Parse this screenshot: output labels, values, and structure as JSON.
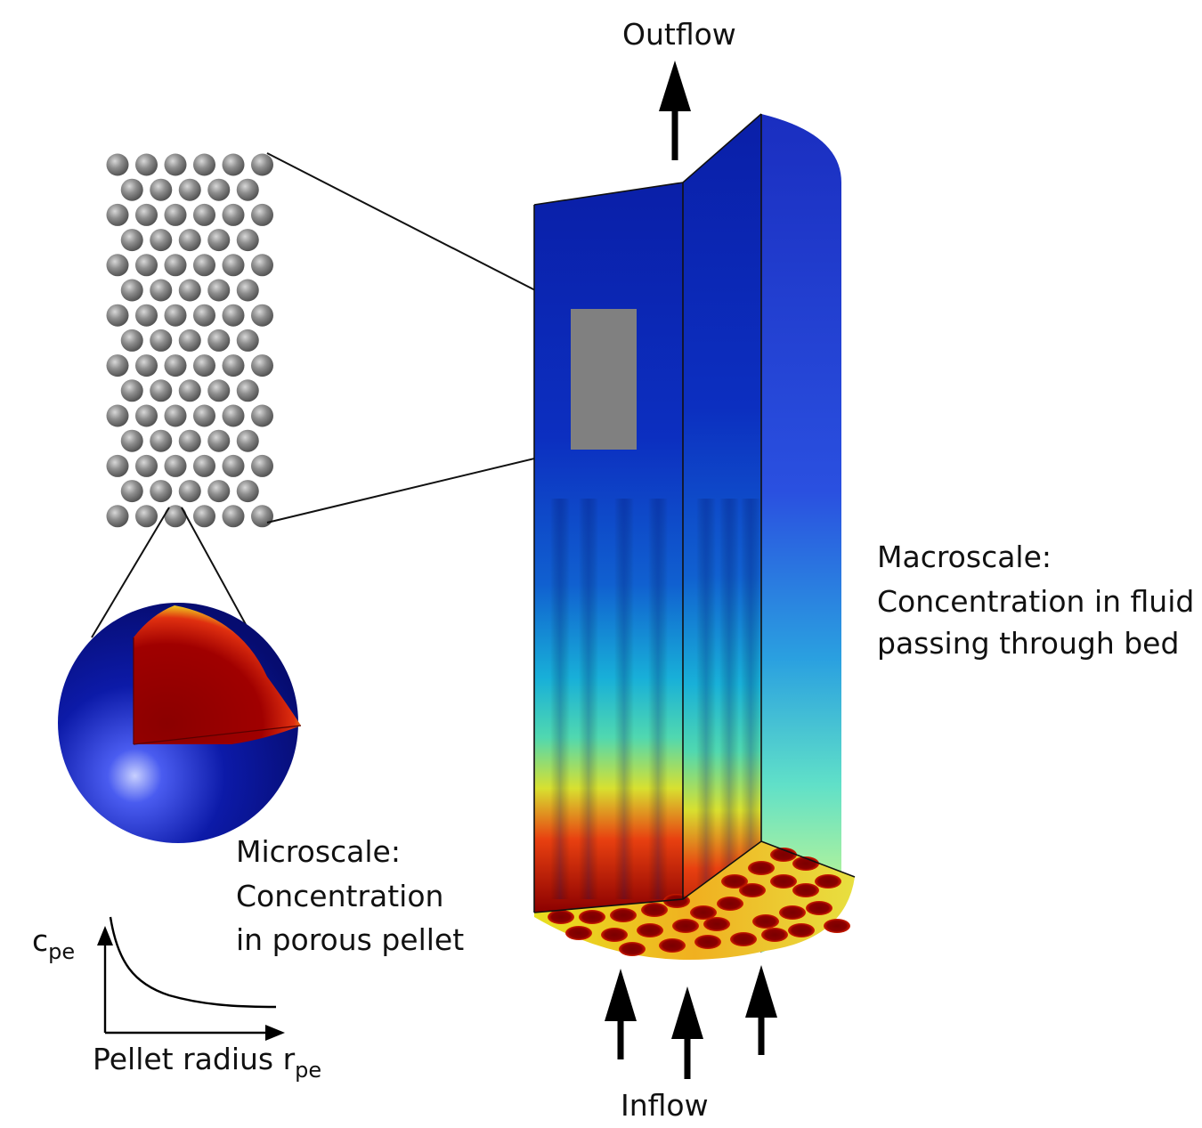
{
  "labels": {
    "outflow": "Outflow",
    "inflow": "Inflow",
    "macroscale_title": "Macroscale:",
    "macroscale_line1": "Concentration in fluid",
    "macroscale_line2": "passing through bed",
    "microscale_title": "Microscale:",
    "microscale_line1": "Concentration",
    "microscale_line2": "in porous pellet",
    "y_axis_symbol": "c",
    "y_axis_subscript": "pe",
    "x_axis_text": "Pellet radius r",
    "x_axis_subscript": "pe"
  },
  "colors": {
    "pellet_gray": "#8a8a8a",
    "zoom_window_gray": "#808080",
    "column_blue": "#0a2bb8",
    "hot_red": "#8b0000",
    "arrow_black": "#000000"
  }
}
